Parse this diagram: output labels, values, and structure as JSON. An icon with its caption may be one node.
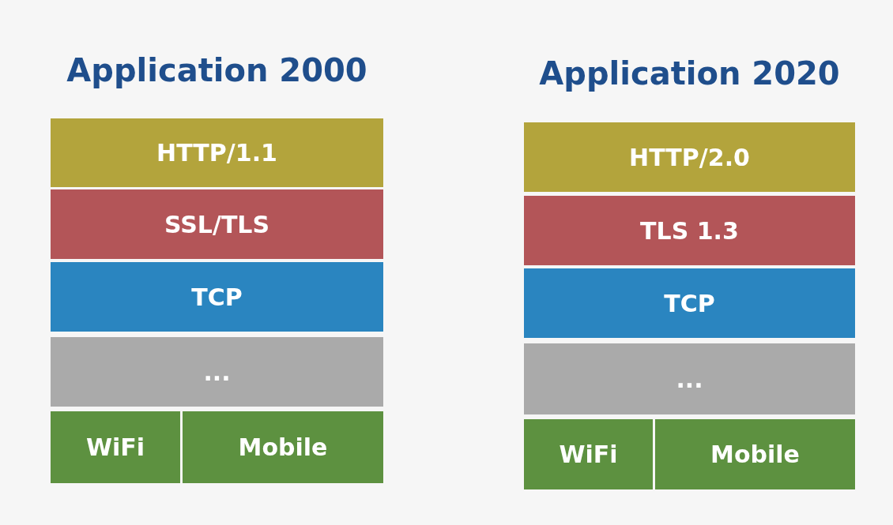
{
  "diagram": {
    "nodes": [
      {
        "text": [
          "HTTP/1.1"
        ]
      },
      {
        "text": [
          "SSL/TLS"
        ]
      },
      {
        "text": [
          "TCP"
        ]
      },
      {
        "text": [
          "..."
        ]
      },
      {
        "text": [
          "WiFi"
        ]
      },
      {
        "text": [
          "Mobile"
        ]
      },
      {
        "text": [
          "HTTP/2.0"
        ]
      },
      {
        "text": [
          "TLS 1.3"
        ]
      },
      {
        "text": [
          "TCP"
        ]
      },
      {
        "text": [
          "..."
        ]
      },
      {
        "text": [
          "WiFi"
        ]
      },
      {
        "text": [
          "Mobile"
        ]
      }
    ],
    "labels": [
      "Application 2000",
      "Application 2020"
    ]
  }
}
